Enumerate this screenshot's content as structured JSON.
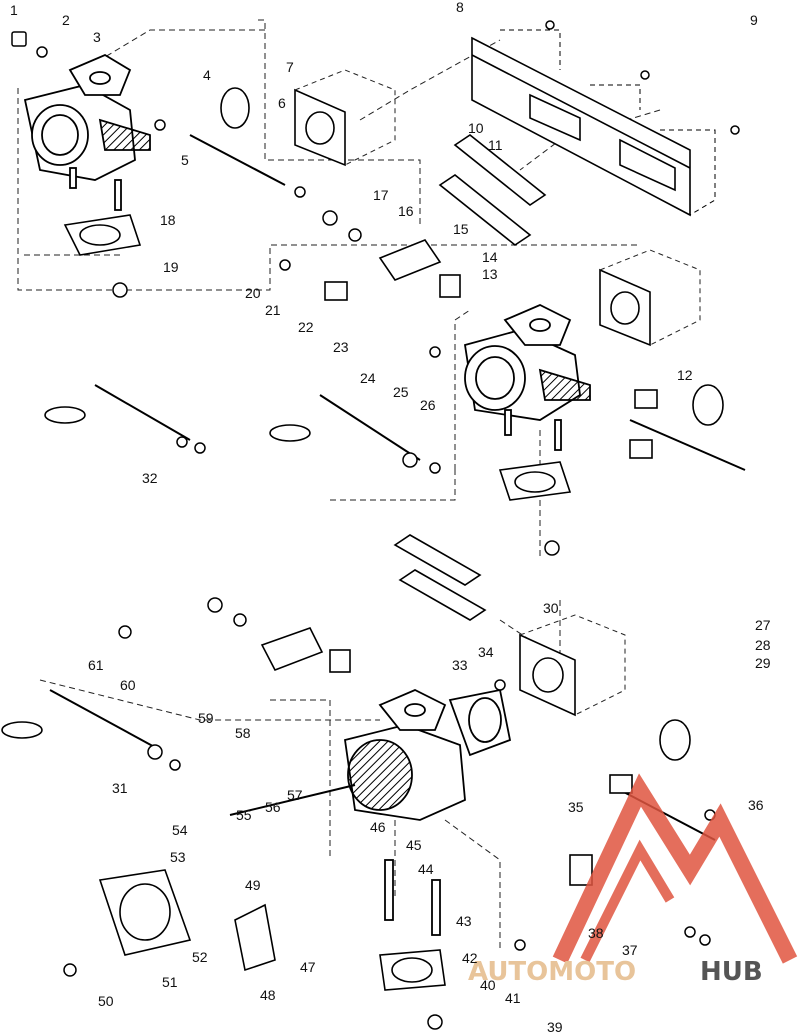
{
  "diagram": {
    "callouts": [
      "1",
      "2",
      "3",
      "4",
      "5",
      "6",
      "7",
      "8",
      "9",
      "10",
      "11",
      "12",
      "13",
      "14",
      "15",
      "16",
      "17",
      "18",
      "19",
      "20",
      "21",
      "22",
      "23",
      "24",
      "25",
      "26",
      "27",
      "28",
      "29",
      "30",
      "31",
      "32",
      "33",
      "34",
      "35",
      "36",
      "37",
      "38",
      "39",
      "40",
      "41",
      "42",
      "43",
      "44",
      "45",
      "46",
      "47",
      "48",
      "49",
      "50",
      "51",
      "52",
      "53",
      "54",
      "55",
      "56",
      "57",
      "58",
      "59",
      "60",
      "61"
    ]
  },
  "watermark": {
    "brand_left": "AUTOMOTO",
    "brand_right": "HUB",
    "color_left": "#e8c49a",
    "color_right": "#555555",
    "logo_color": "#e05540"
  }
}
